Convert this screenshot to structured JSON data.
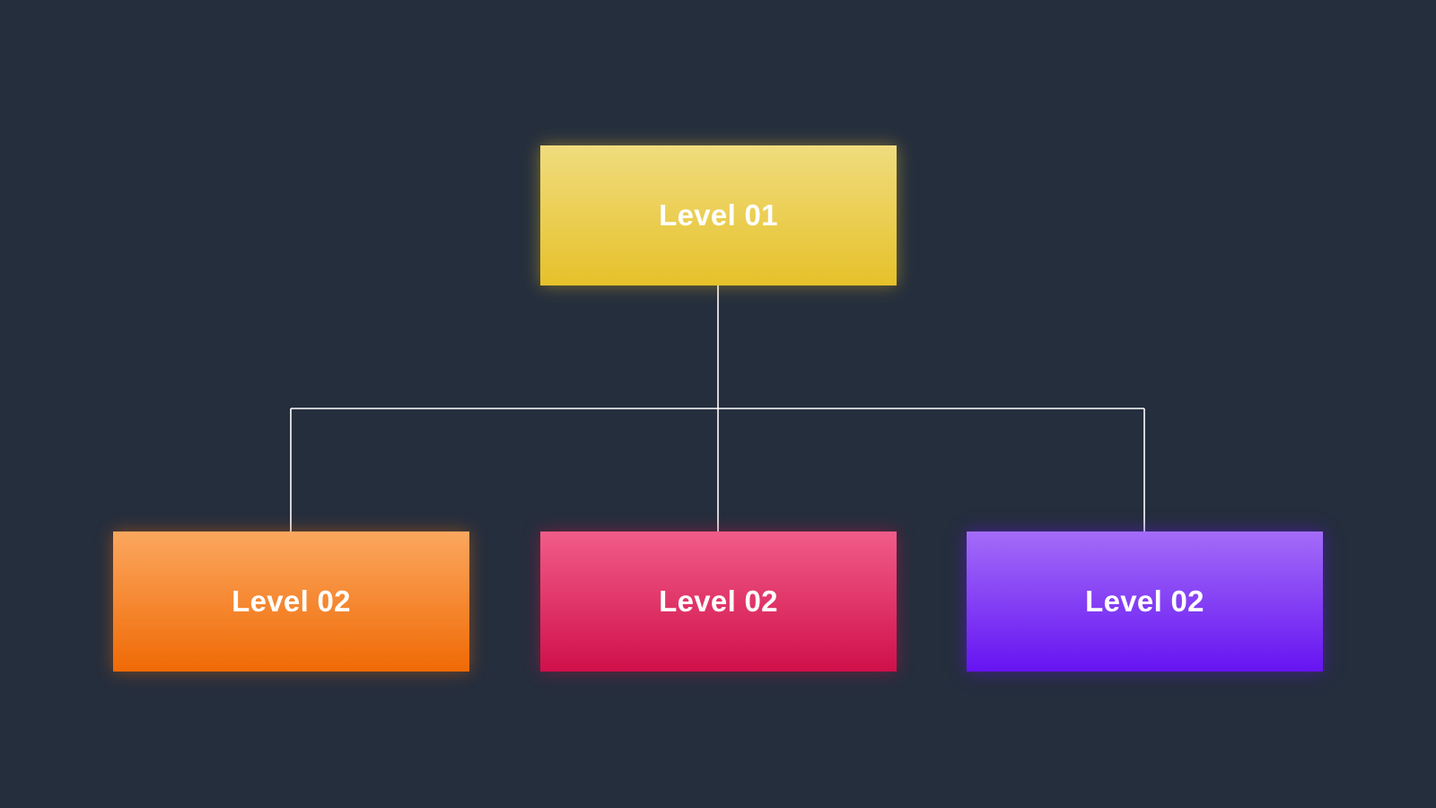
{
  "diagram": {
    "root": {
      "label": "Level 01",
      "color": "#e6c12a"
    },
    "children": [
      {
        "label": "Level 02",
        "color": "#f06a05"
      },
      {
        "label": "Level 02",
        "color": "#d0104a"
      },
      {
        "label": "Level 02",
        "color": "#6614f1"
      }
    ],
    "connector_color": "#ffffff",
    "background": "#252e3d"
  }
}
